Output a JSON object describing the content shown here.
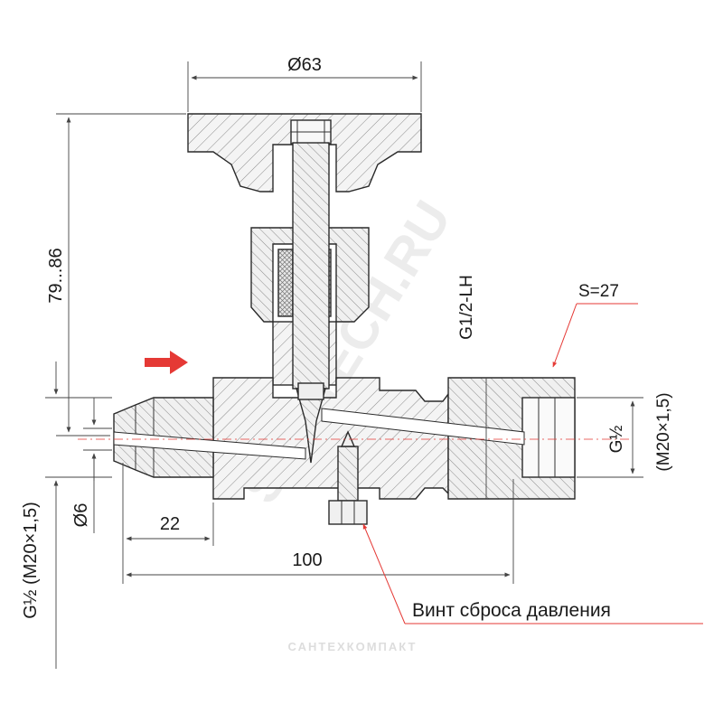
{
  "dimensions": {
    "handwheel_diameter": "Ø63",
    "height_range": "79...86",
    "outlet_thread": "G1/2-LH",
    "nut_size": "S=27",
    "right_thread_main": "G½",
    "right_thread_alt": "(M20×1,5)",
    "left_thread": "G½ (M20×1,5)",
    "bore_diameter": "Ø6",
    "nipple_length": "22",
    "overall_length": "100"
  },
  "callout": {
    "pressure_screw": "Винт сброса давления"
  },
  "watermarks": {
    "diagonal": "SANTECH.RU",
    "footer": "САНТЕХКОМПАКТ"
  },
  "colors": {
    "accent": "#e53935",
    "line": "#2a2a2a",
    "body_fill": "#f4f4f4",
    "watermark": "#e6e6e6"
  },
  "icons": {
    "flow_direction": "arrow-right-icon"
  }
}
